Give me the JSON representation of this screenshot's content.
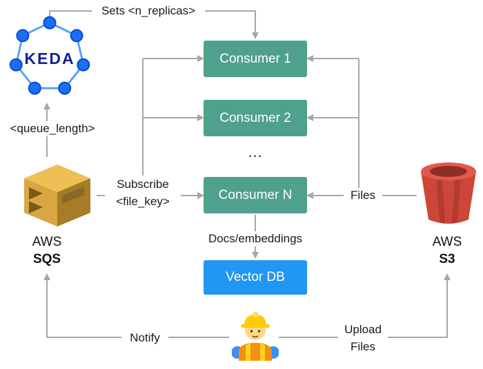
{
  "labels": {
    "sets_replicas": "Sets <n_replicas>",
    "queue_length": "<queue_length>",
    "subscribe": "Subscribe",
    "file_key": "<file_key>",
    "files": "Files",
    "docs_embeddings": "Docs/embeddings",
    "notify": "Notify",
    "upload": "Upload",
    "upload_files": "Files",
    "ellipsis": "..."
  },
  "nodes": {
    "keda": {
      "label": "KEDA"
    },
    "consumers": [
      {
        "label": "Consumer 1"
      },
      {
        "label": "Consumer 2"
      },
      {
        "label": "Consumer N"
      }
    ],
    "vector_db": {
      "label": "Vector DB"
    },
    "sqs": {
      "provider": "AWS",
      "service": "SQS"
    },
    "s3": {
      "provider": "AWS",
      "service": "S3"
    }
  },
  "colors": {
    "consumer": "#4FA08C",
    "vector_db": "#2097F3",
    "arrow": "#A6A6A6",
    "keda_blue": "#1B6EF5",
    "keda_text": "#12229D",
    "sqs_gold": "#D9A741",
    "s3_red": "#CE4638"
  }
}
